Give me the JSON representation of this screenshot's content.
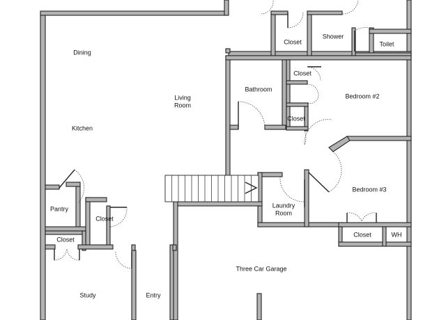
{
  "floorplan": {
    "rooms": {
      "dining": "Dining",
      "kitchen": "Kitchen",
      "living_line1": "Living",
      "living_line2": "Room",
      "pantry": "Pantry",
      "closet_pantry": "Closet",
      "closet_study": "Closet",
      "study": "Study",
      "entry": "Entry",
      "bathroom": "Bathroom",
      "closet_top": "Closet",
      "shower": "Shower",
      "toilet": "Toilet",
      "closet_bed2_upper": "Closet",
      "closet_bed2_lower": "Closet",
      "bedroom2": "Bedroom #2",
      "bedroom3": "Bedroom #3",
      "laundry_line1": "Laundry",
      "laundry_line2": "Room",
      "closet_bed3": "Closet",
      "wh": "WH",
      "garage": "Three Car Garage"
    },
    "colors": {
      "wall_fill": "#b3b3b3",
      "wall_stroke": "#222222",
      "background": "#ffffff",
      "text": "#111111"
    }
  }
}
